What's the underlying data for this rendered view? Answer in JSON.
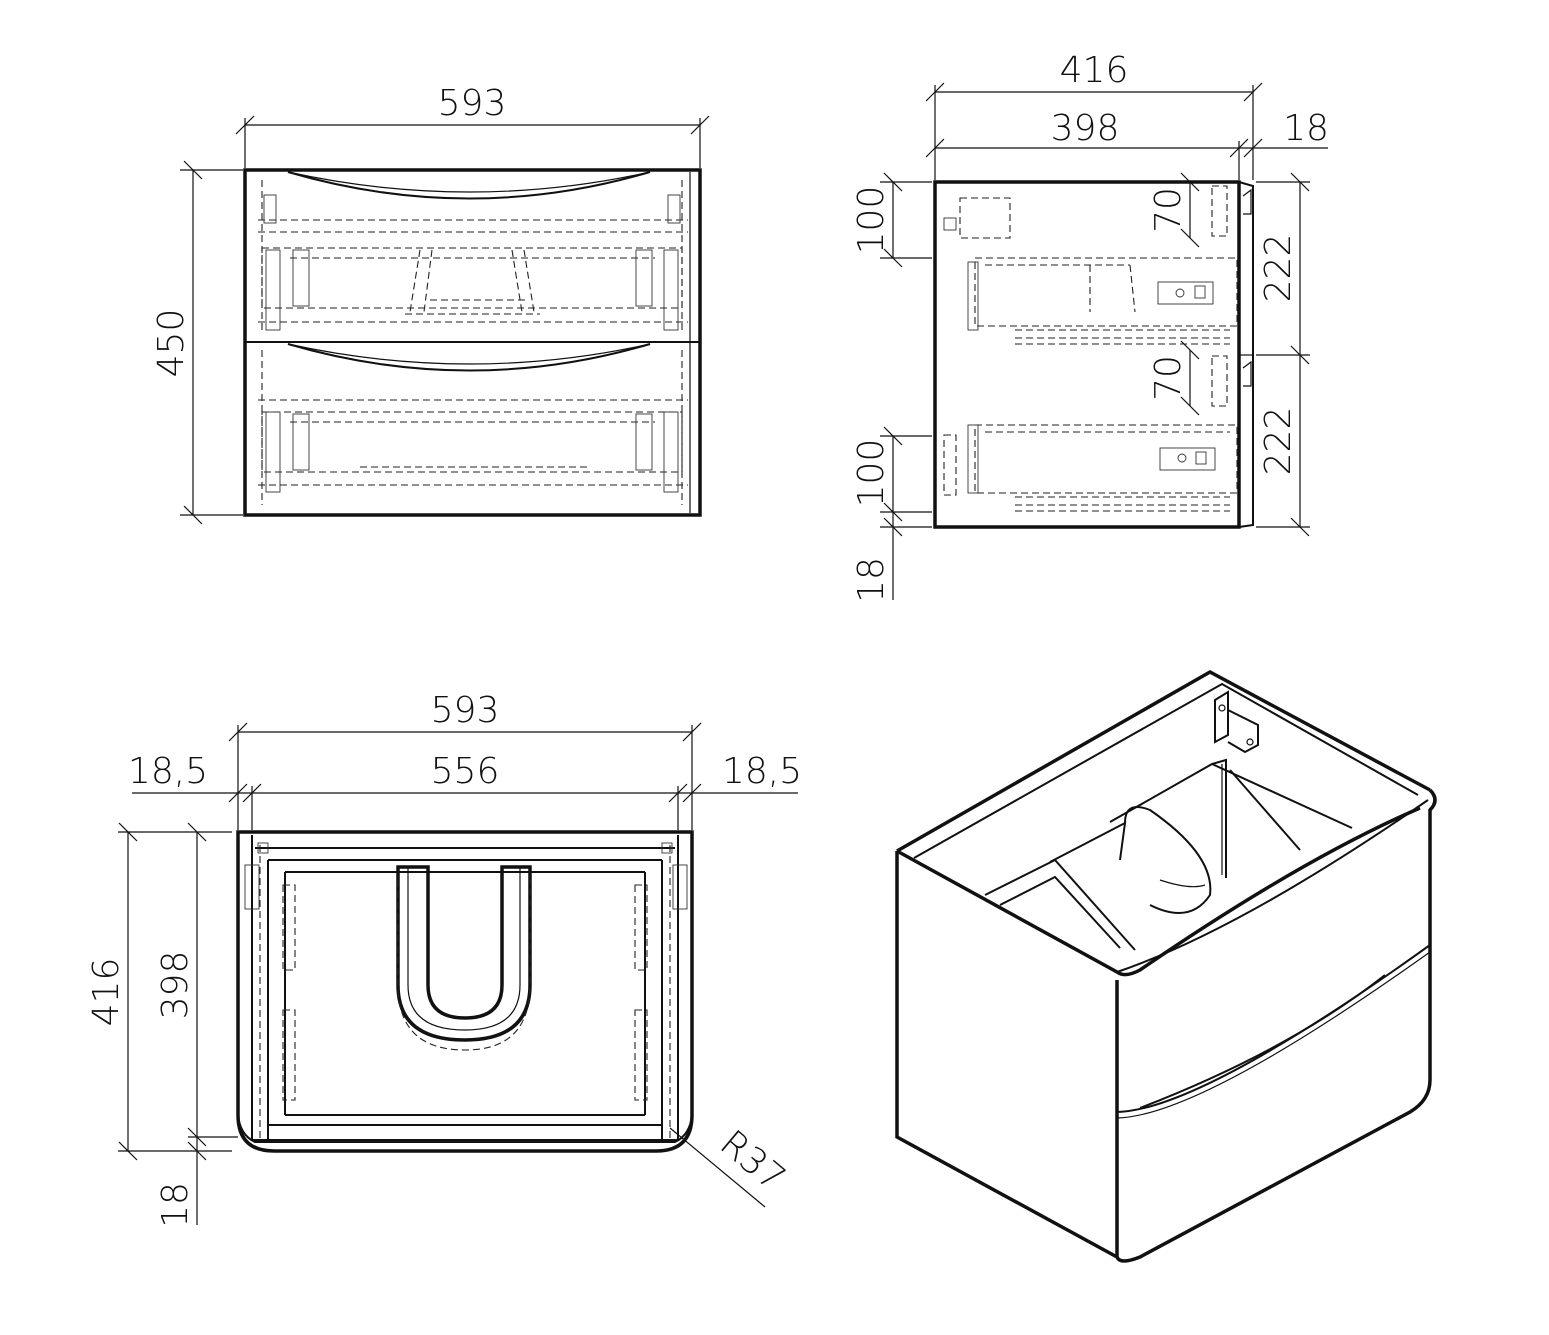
{
  "views": {
    "front": {
      "width_label": "593",
      "height_label": "450"
    },
    "side": {
      "depth_label": "416",
      "inner_depth_label": "398",
      "panel_label": "18",
      "handle_top_label": "70",
      "handle_bottom_label": "70",
      "offset_top_label": "100",
      "offset_bottom_label": "100",
      "base_label": "18",
      "drawer_top_label": "222",
      "drawer_bottom_label": "222"
    },
    "top": {
      "width_label": "593",
      "inner_width_label": "556",
      "left_panel_label": "18,5",
      "right_panel_label": "18,5",
      "depth_label": "416",
      "inner_depth_label": "398",
      "front_label": "18",
      "radius_label": "R37"
    }
  }
}
